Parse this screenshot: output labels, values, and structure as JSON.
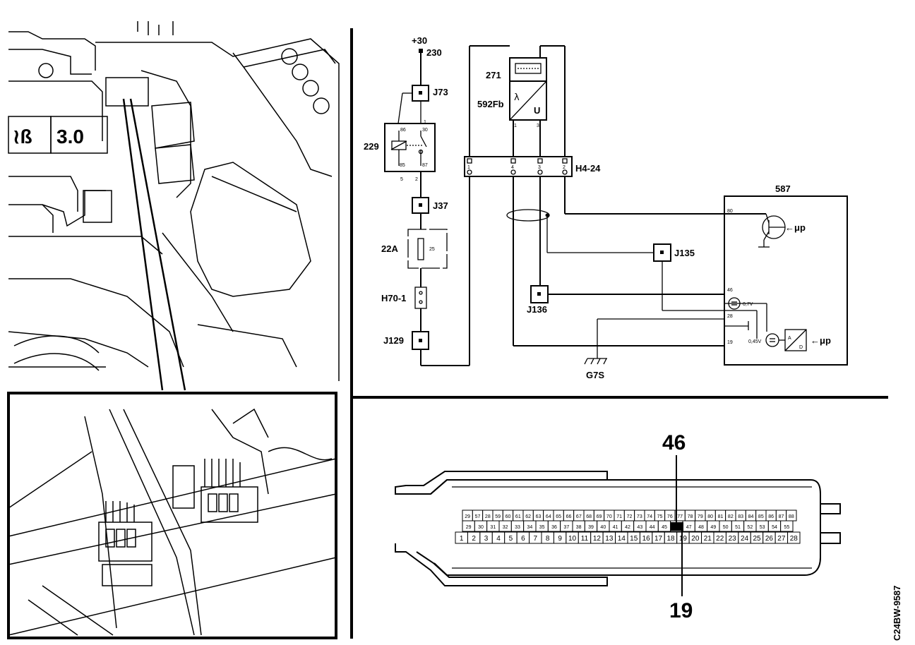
{
  "reference_code": "C24BW-9587",
  "supply": {
    "label": "+30",
    "node": "230"
  },
  "components": {
    "relay": "229",
    "fuse": "22A",
    "fuse_inner": "25",
    "sensor_box": "271",
    "lambda_sensor": "592Fb",
    "ecu": "587",
    "connector_bus": "H4-24",
    "ground": "G7S"
  },
  "junctions": [
    "J73",
    "J37",
    "H70-1",
    "J129",
    "J135",
    "J136"
  ],
  "ecu_pins": {
    "p80": "80",
    "p46": "46",
    "p28": "28",
    "p19": "19"
  },
  "ecu_labels": {
    "mu_top": "←μp",
    "mu_bottom": "←μp",
    "v1": "0,7V",
    "v2": "0,45V"
  },
  "lambda_symbol": "λ",
  "relay_pins": {
    "p30": "30",
    "p86": "86",
    "p85": "85",
    "p87": "87",
    "p5": "5",
    "p2": "2",
    "p1": "1"
  },
  "bus_pins": [
    "1",
    "4",
    "3",
    "2"
  ],
  "connector": {
    "callout_top": "46",
    "callout_bottom": "19",
    "row1": [
      "29",
      "57",
      "28",
      "59",
      "60",
      "61",
      "62",
      "63",
      "64",
      "65",
      "66",
      "67",
      "68",
      "69",
      "70",
      "71",
      "72",
      "73",
      "74",
      "75",
      "76",
      "77",
      "78",
      "79",
      "80",
      "81",
      "82",
      "83",
      "84",
      "85",
      "86",
      "87",
      "88"
    ],
    "row2": [
      "29",
      "30",
      "31",
      "32",
      "33",
      "34",
      "35",
      "36",
      "37",
      "38",
      "39",
      "40",
      "41",
      "42",
      "43",
      "44",
      "45",
      "46",
      "47",
      "48",
      "49",
      "50",
      "51",
      "52",
      "53",
      "54",
      "55"
    ],
    "row3": [
      "1",
      "2",
      "3",
      "4",
      "5",
      "6",
      "7",
      "8",
      "9",
      "10",
      "11",
      "12",
      "13",
      "14",
      "15",
      "16",
      "17",
      "18",
      "19",
      "20",
      "21",
      "22",
      "23",
      "24",
      "25",
      "26",
      "27",
      "28"
    ]
  },
  "engine_badge": "3.0"
}
